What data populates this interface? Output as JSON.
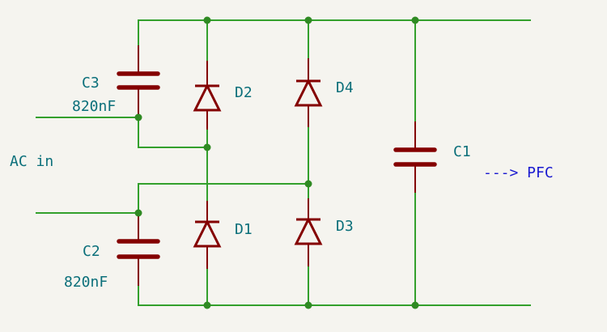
{
  "diagram": {
    "input_label": "AC in",
    "output_label": "---> PFC",
    "components": {
      "c3": {
        "ref": "C3",
        "value": "820nF"
      },
      "c2": {
        "ref": "C2",
        "value": "820nF"
      },
      "c1": {
        "ref": "C1"
      },
      "d1": {
        "ref": "D1"
      },
      "d2": {
        "ref": "D2"
      },
      "d3": {
        "ref": "D3"
      },
      "d4": {
        "ref": "D4"
      }
    }
  },
  "colors": {
    "background": "#f5f4ef",
    "wire": "#33a02c",
    "component": "#840000",
    "reference_text": "#0b6f7a",
    "note_text": "#1a1ad0"
  }
}
